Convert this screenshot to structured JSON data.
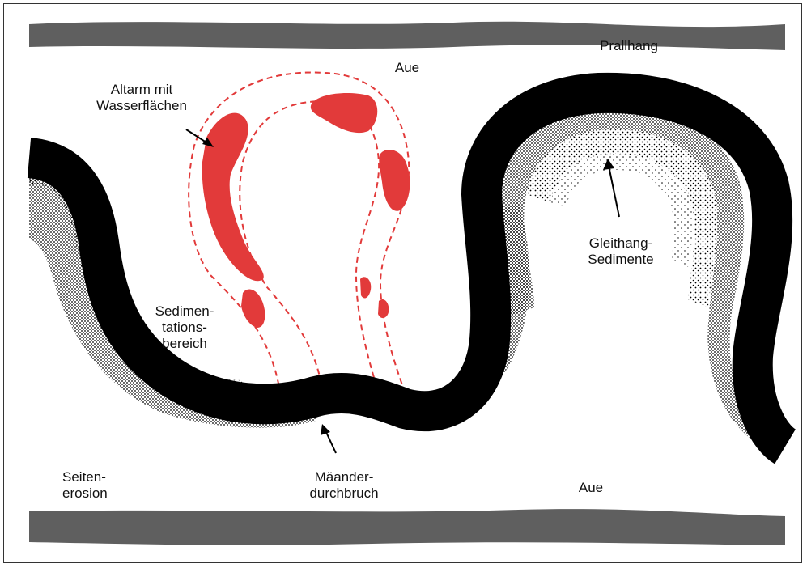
{
  "labels": {
    "aue_top": "Aue",
    "prallhang": "Prallhang",
    "altarm": "Altarm mit\nWasserflächen",
    "gleithang": "Gleithang-\nSedimente",
    "sedimentation": "Sedimen-\ntations-\nbereich",
    "seitenerosion": "Seiten-\nerosion",
    "maanderdurchbruch": "Mäander-\ndurchbruch",
    "aue_bottom": "Aue"
  },
  "colors": {
    "river": "#000000",
    "floodplain_band": "#5f5f5f",
    "oxbow_water": "#e23a3a",
    "sediment_dots": "#000000",
    "background": "#ffffff"
  }
}
